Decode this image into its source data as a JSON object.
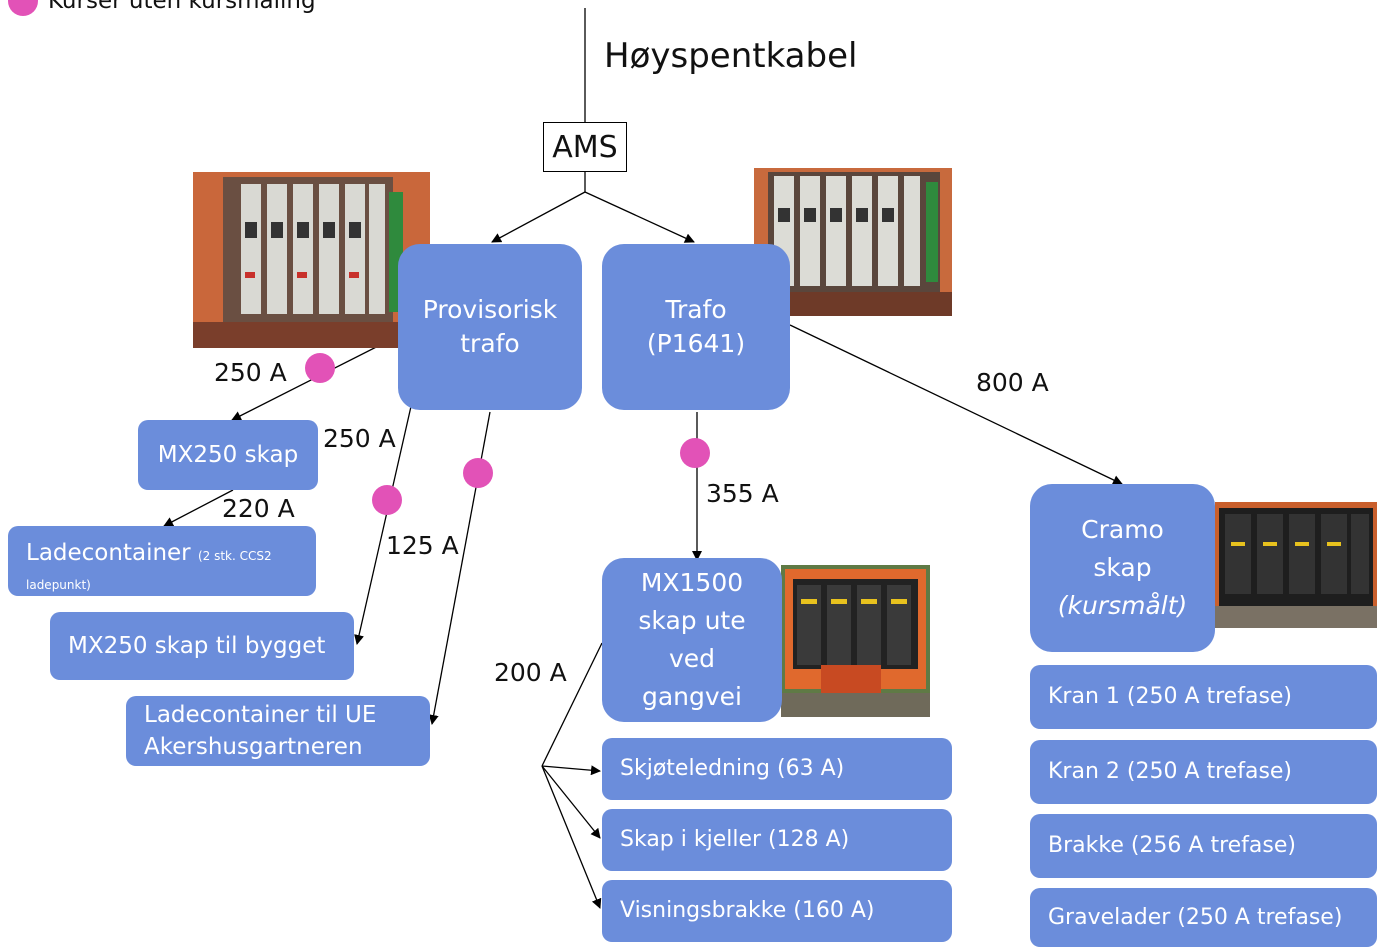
{
  "legend": {
    "text": "Kurser uten kursmåling",
    "color": "#E252B7"
  },
  "main_cable": "Høyspentkabel",
  "meter": "AMS",
  "nodes": {
    "prov_trafo": [
      "Provisorisk",
      "trafo"
    ],
    "trafo": [
      "Trafo",
      "(P1641)"
    ],
    "mx250": "MX250 skap",
    "lade1_main": "Ladecontainer",
    "lade1_small": "(2 stk. CCS2 ladepunkt)",
    "mx250_bygget": "MX250 skap til bygget",
    "lade_ue": [
      "Ladecontainer til UE",
      "Akershusgartneren"
    ],
    "mx1500": [
      "MX1500",
      "skap ute",
      "ved",
      "gangvei"
    ],
    "cramo": [
      "Cramo",
      "skap",
      "(kursmålt)"
    ]
  },
  "mx1500_circuits": [
    "Skjøteledning (63 A)",
    "Skap i kjeller (128 A)",
    "Visningsbrakke (160 A)"
  ],
  "cramo_circuits": [
    "Kran 1 (250 A trefase)",
    "Kran 2 (250 A trefase)",
    "Brakke (256 A trefase)",
    "Gravelader (250 A trefase)"
  ],
  "currents": {
    "prov_to_mx250": "250 A",
    "prov_to_mx250_bygget": "250 A",
    "mx250_to_lade": "220 A",
    "prov_to_lade_ue": "125 A",
    "trafo_to_mx1500": "355 A",
    "trafo_to_cramo": "800 A",
    "mx1500_out": "200 A"
  },
  "colors": {
    "box": "#6B8DDB",
    "dot": "#E252B7",
    "panel": "#D9662F"
  }
}
